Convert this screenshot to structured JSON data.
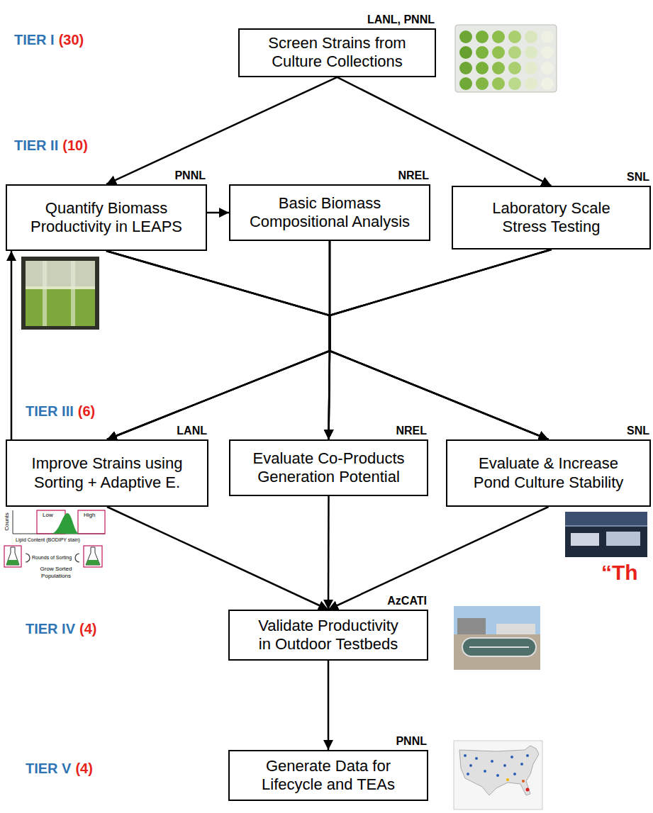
{
  "diagram": {
    "nodes": [
      {
        "text": [
          "LANL, PNNL",
          "Screen Strains from Culture Collections"
        ]
      },
      {
        "text": [
          "PNNL",
          "Quantify Biomass Productivity in LEAPS"
        ]
      },
      {
        "text": [
          "NREL",
          "Basic Biomass Compositional Analysis"
        ]
      },
      {
        "text": [
          "SNL",
          "Laboratory Scale Stress Testing"
        ]
      },
      {
        "text": [
          "LANL",
          "Improve Strains using Sorting + Adaptive E."
        ]
      },
      {
        "text": [
          "NREL",
          "Evaluate Co-Products Generation Potential"
        ]
      },
      {
        "text": [
          "SNL",
          "Evaluate & Increase Pond Culture Stability"
        ]
      },
      {
        "text": [
          "AzCATI",
          "Validate Productivity in Outdoor Testbeds"
        ]
      },
      {
        "text": [
          "PNNL",
          "Generate Data for Lifecycle and TEAs"
        ]
      }
    ],
    "edges": [
      {
        "from": 0,
        "to": 1,
        "arrow": "to"
      },
      {
        "from": 0,
        "to": 3,
        "arrow": "to"
      },
      {
        "from": 1,
        "to": 2,
        "arrow": "to"
      },
      {
        "from": 1,
        "to": 4,
        "arrow": "to"
      },
      {
        "from": 1,
        "to": 5,
        "arrow": "to"
      },
      {
        "from": 1,
        "to": 6,
        "arrow": "to"
      },
      {
        "from": 2,
        "to": 4,
        "arrow": "to"
      },
      {
        "from": 2,
        "to": 5,
        "arrow": "to"
      },
      {
        "from": 2,
        "to": 6,
        "arrow": "to"
      },
      {
        "from": 3,
        "to": 4,
        "arrow": "to"
      },
      {
        "from": 3,
        "to": 5,
        "arrow": "to"
      },
      {
        "from": 3,
        "to": 6,
        "arrow": "to"
      },
      {
        "from": 4,
        "to": 1,
        "arrow": "to"
      },
      {
        "from": 4,
        "to": 7,
        "arrow": "to"
      },
      {
        "from": 5,
        "to": 7,
        "arrow": "to"
      },
      {
        "from": 6,
        "to": 7,
        "arrow": "to"
      },
      {
        "from": 7,
        "to": 8,
        "arrow": "to"
      }
    ],
    "labels": [
      "TIER I",
      "(30)",
      "TIER II",
      "(10)",
      "TIER III",
      "(6)",
      "Counts",
      "Low",
      "High",
      "Lipid Content (BODIPY stain)",
      "Rounds of Sorting",
      "Grow Sorted Populations",
      "“Th",
      "TIER IV",
      "(4)",
      "TIER V",
      "(4)"
    ]
  }
}
